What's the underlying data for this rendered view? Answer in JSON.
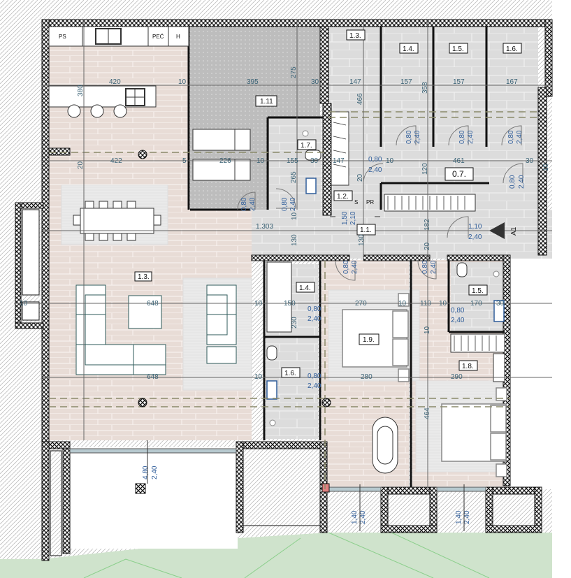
{
  "plan": {
    "type": "architectural floor plan",
    "colors": {
      "wood_floor": "#e8dcd6",
      "tile_floor": "#dcdcdc",
      "garage_floor": "#bdbdbd",
      "terrace": "#ffffff",
      "lawn": "#cfe3cc",
      "wall_hatch": "#111111",
      "dimension_text": "#3a6275",
      "door_text": "#2f5d9a",
      "furniture_line": "#2d5a5a",
      "marker_red": "#e08080"
    },
    "rooms": [
      {
        "id": "1.3_living",
        "label": "1.3."
      },
      {
        "id": "1.11",
        "label": "1.11"
      },
      {
        "id": "1.3_store",
        "label": "1.3."
      },
      {
        "id": "1.4_store",
        "label": "1.4."
      },
      {
        "id": "1.5_store",
        "label": "1.5."
      },
      {
        "id": "1.6_store",
        "label": "1.6."
      },
      {
        "id": "1.7",
        "label": "1.7."
      },
      {
        "id": "0.7",
        "label": "0.7."
      },
      {
        "id": "1.2",
        "label": "1.2."
      },
      {
        "id": "1.1",
        "label": "1.1."
      },
      {
        "id": "1.4_wardrobe",
        "label": "1.4."
      },
      {
        "id": "1.9",
        "label": "1.9."
      },
      {
        "id": "1.5_bath",
        "label": "1.5."
      },
      {
        "id": "1.6_bath",
        "label": "1.6."
      },
      {
        "id": "1.8",
        "label": "1.8."
      }
    ],
    "kitchen_labels": {
      "ps": "PS",
      "pec": "PEĆ",
      "h": "H"
    },
    "fixture_labels": {
      "s": "S",
      "pr": "PR"
    },
    "section_marker": "A1",
    "dimensions": {
      "d420": "420",
      "d380": "380",
      "d10a": "10",
      "d395": "395",
      "d275": "275",
      "d30a": "30",
      "d147a": "147",
      "d157a": "157",
      "d358": "358",
      "d157b": "157",
      "d167": "167",
      "d466": "466",
      "d20a": "20",
      "d422": "422",
      "d5": "5",
      "d226": "226",
      "d10b": "10",
      "d155": "155",
      "d265": "265",
      "d30b": "30",
      "d147b": "147",
      "d10c": "10",
      "d461": "461",
      "d30c": "30",
      "d120": "120",
      "d1303": "1.303",
      "d10d": "10",
      "d130a": "130",
      "d130b": "130",
      "d182": "182",
      "d20b": "20",
      "d150": "150",
      "d10e": "10",
      "d270": "270",
      "d10f": "10",
      "d110": "110",
      "d10g": "10",
      "d170": "170",
      "d30d": "30",
      "d230": "230",
      "d648a": "648",
      "d648b": "648",
      "d280": "280",
      "d290": "290",
      "d464": "464",
      "d10h": "10",
      "d20c": "20",
      "d10i": "10",
      "d10j": "10",
      "d10k": "10"
    },
    "openings": {
      "door_080_240": [
        "0,80",
        "2,40"
      ],
      "door_110_240": [
        "1,10",
        "2,40"
      ],
      "window_150_210": [
        "1,50",
        "2,10"
      ],
      "garage_480_240": [
        "4,80",
        "2,40"
      ],
      "window_140_240": [
        "1,40",
        "2,40"
      ]
    }
  }
}
